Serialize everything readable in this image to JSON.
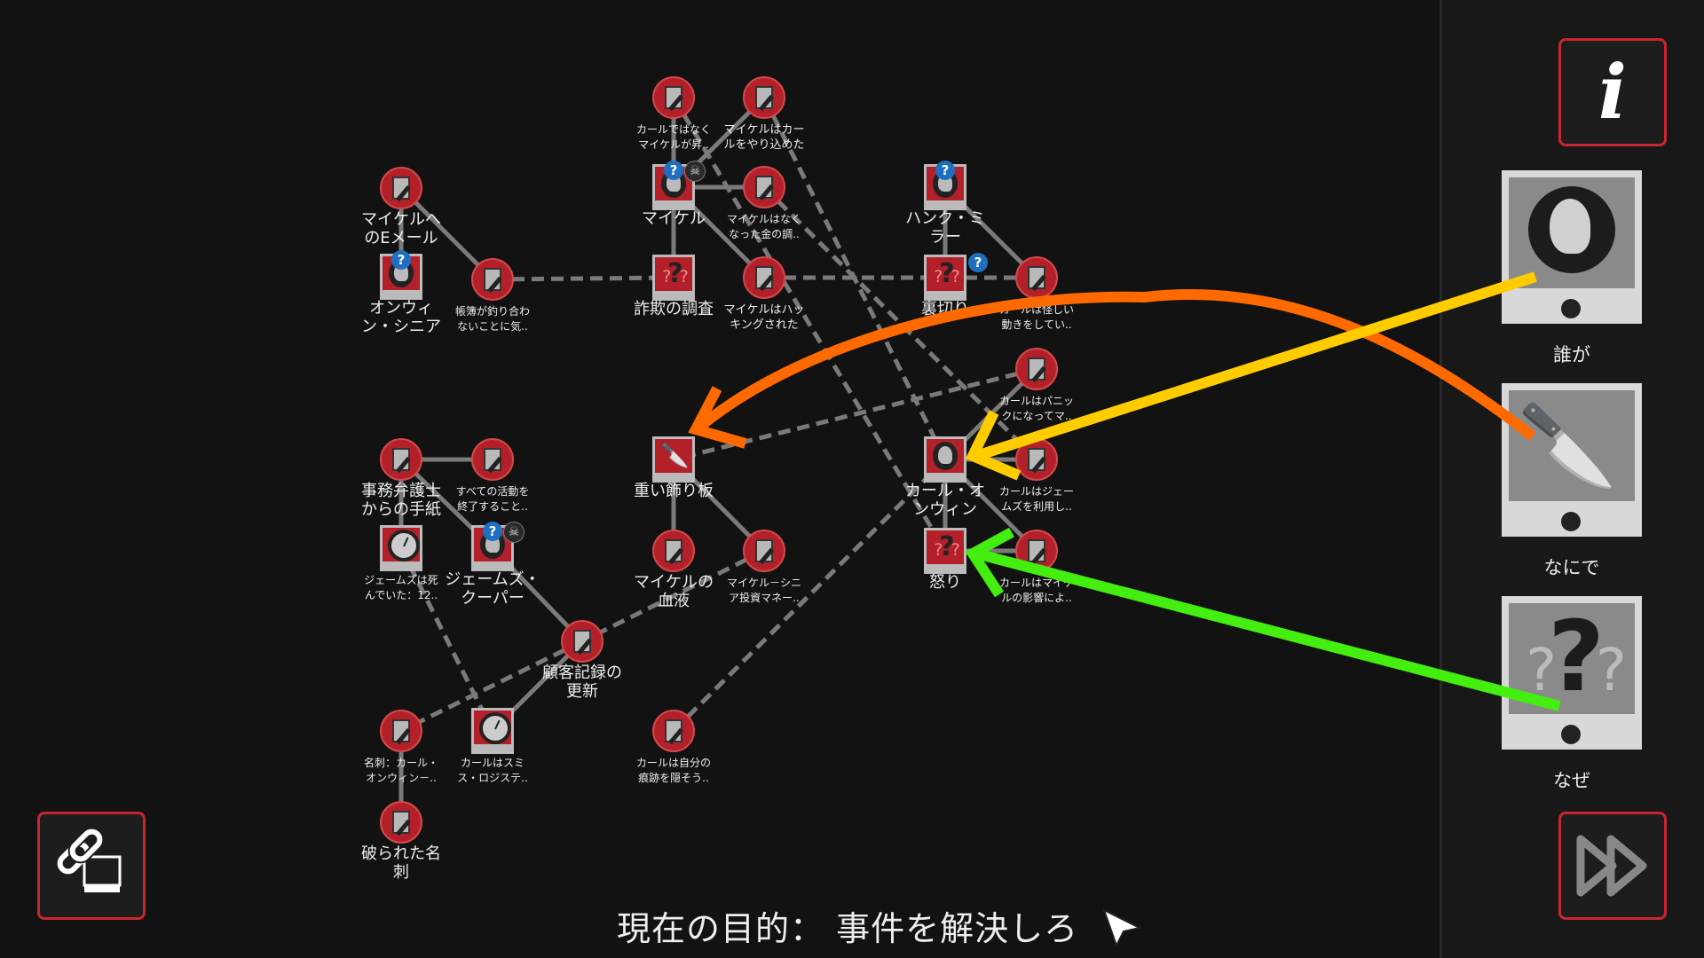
{
  "board": {
    "nodes": {
      "email_michael": "マイケルへ\nのEメール",
      "onwin_senior": "オンウィ\nン・シニア",
      "ledger": "帳簿が釣り合わ\nないことに気..",
      "not_carl": "カールではなく\nマイケルが昇..",
      "michael_outdid": "マイケルはカー\nルをやり込めた",
      "michael": "マイケル",
      "missing_money": "マイケルはなく\nなった金の調..",
      "fraud_investigation": "詐欺の調査",
      "michael_hacked": "マイケルはハッ\nキングされた",
      "hank_miller": "ハンク・ミ\nラー",
      "betrayal": "裏切り",
      "carl_moves": "カールは怪しい\n動きをしてい..",
      "carl_panic": "カールはパニッ\nクになってマ..",
      "carl_onwin": "カール・オ\nンウィン",
      "carl_used_james": "カールはジェー\nムズを利用し..",
      "anger": "怒り",
      "carl_influence": "カールはマイケ\nルの影響によ..",
      "heavy_plaque": "重い飾り板",
      "michael_blood": "マイケルの\n血液",
      "michael_senior_invest": "マイケル－シニ\nア投資マネー..",
      "lawyer_letter": "事務弁護士\nからの手紙",
      "end_all_activity": "すべての活動を\n終了すること..",
      "james_dead": "ジェームズは死\nんでいた：12..",
      "james_cooper": "ジェームズ・\nクーパー",
      "client_records": "顧客記録の\n更新",
      "business_card": "名刺：カール・\nオンウィン－..",
      "carl_smith": "カールはスミ\nス・ロジステ..",
      "carl_hide": "カールは自分の\n痕跡を隠そう..",
      "torn_card": "破られた名\n刺"
    }
  },
  "panel": {
    "info_icon": "i",
    "slots": [
      {
        "label": "誰が",
        "icon": "head-icon"
      },
      {
        "label": "なにで",
        "icon": "weapon-icon"
      },
      {
        "label": "なぜ",
        "icon": "question-marks-icon"
      }
    ]
  },
  "objective": "現在の目的： 事件を解決しろ",
  "colors": {
    "accent": "#c8262e",
    "node": "#b3202a",
    "who_arrow": "#ffcc00",
    "what_arrow": "#ff6a00",
    "why_arrow": "#44ee11"
  }
}
